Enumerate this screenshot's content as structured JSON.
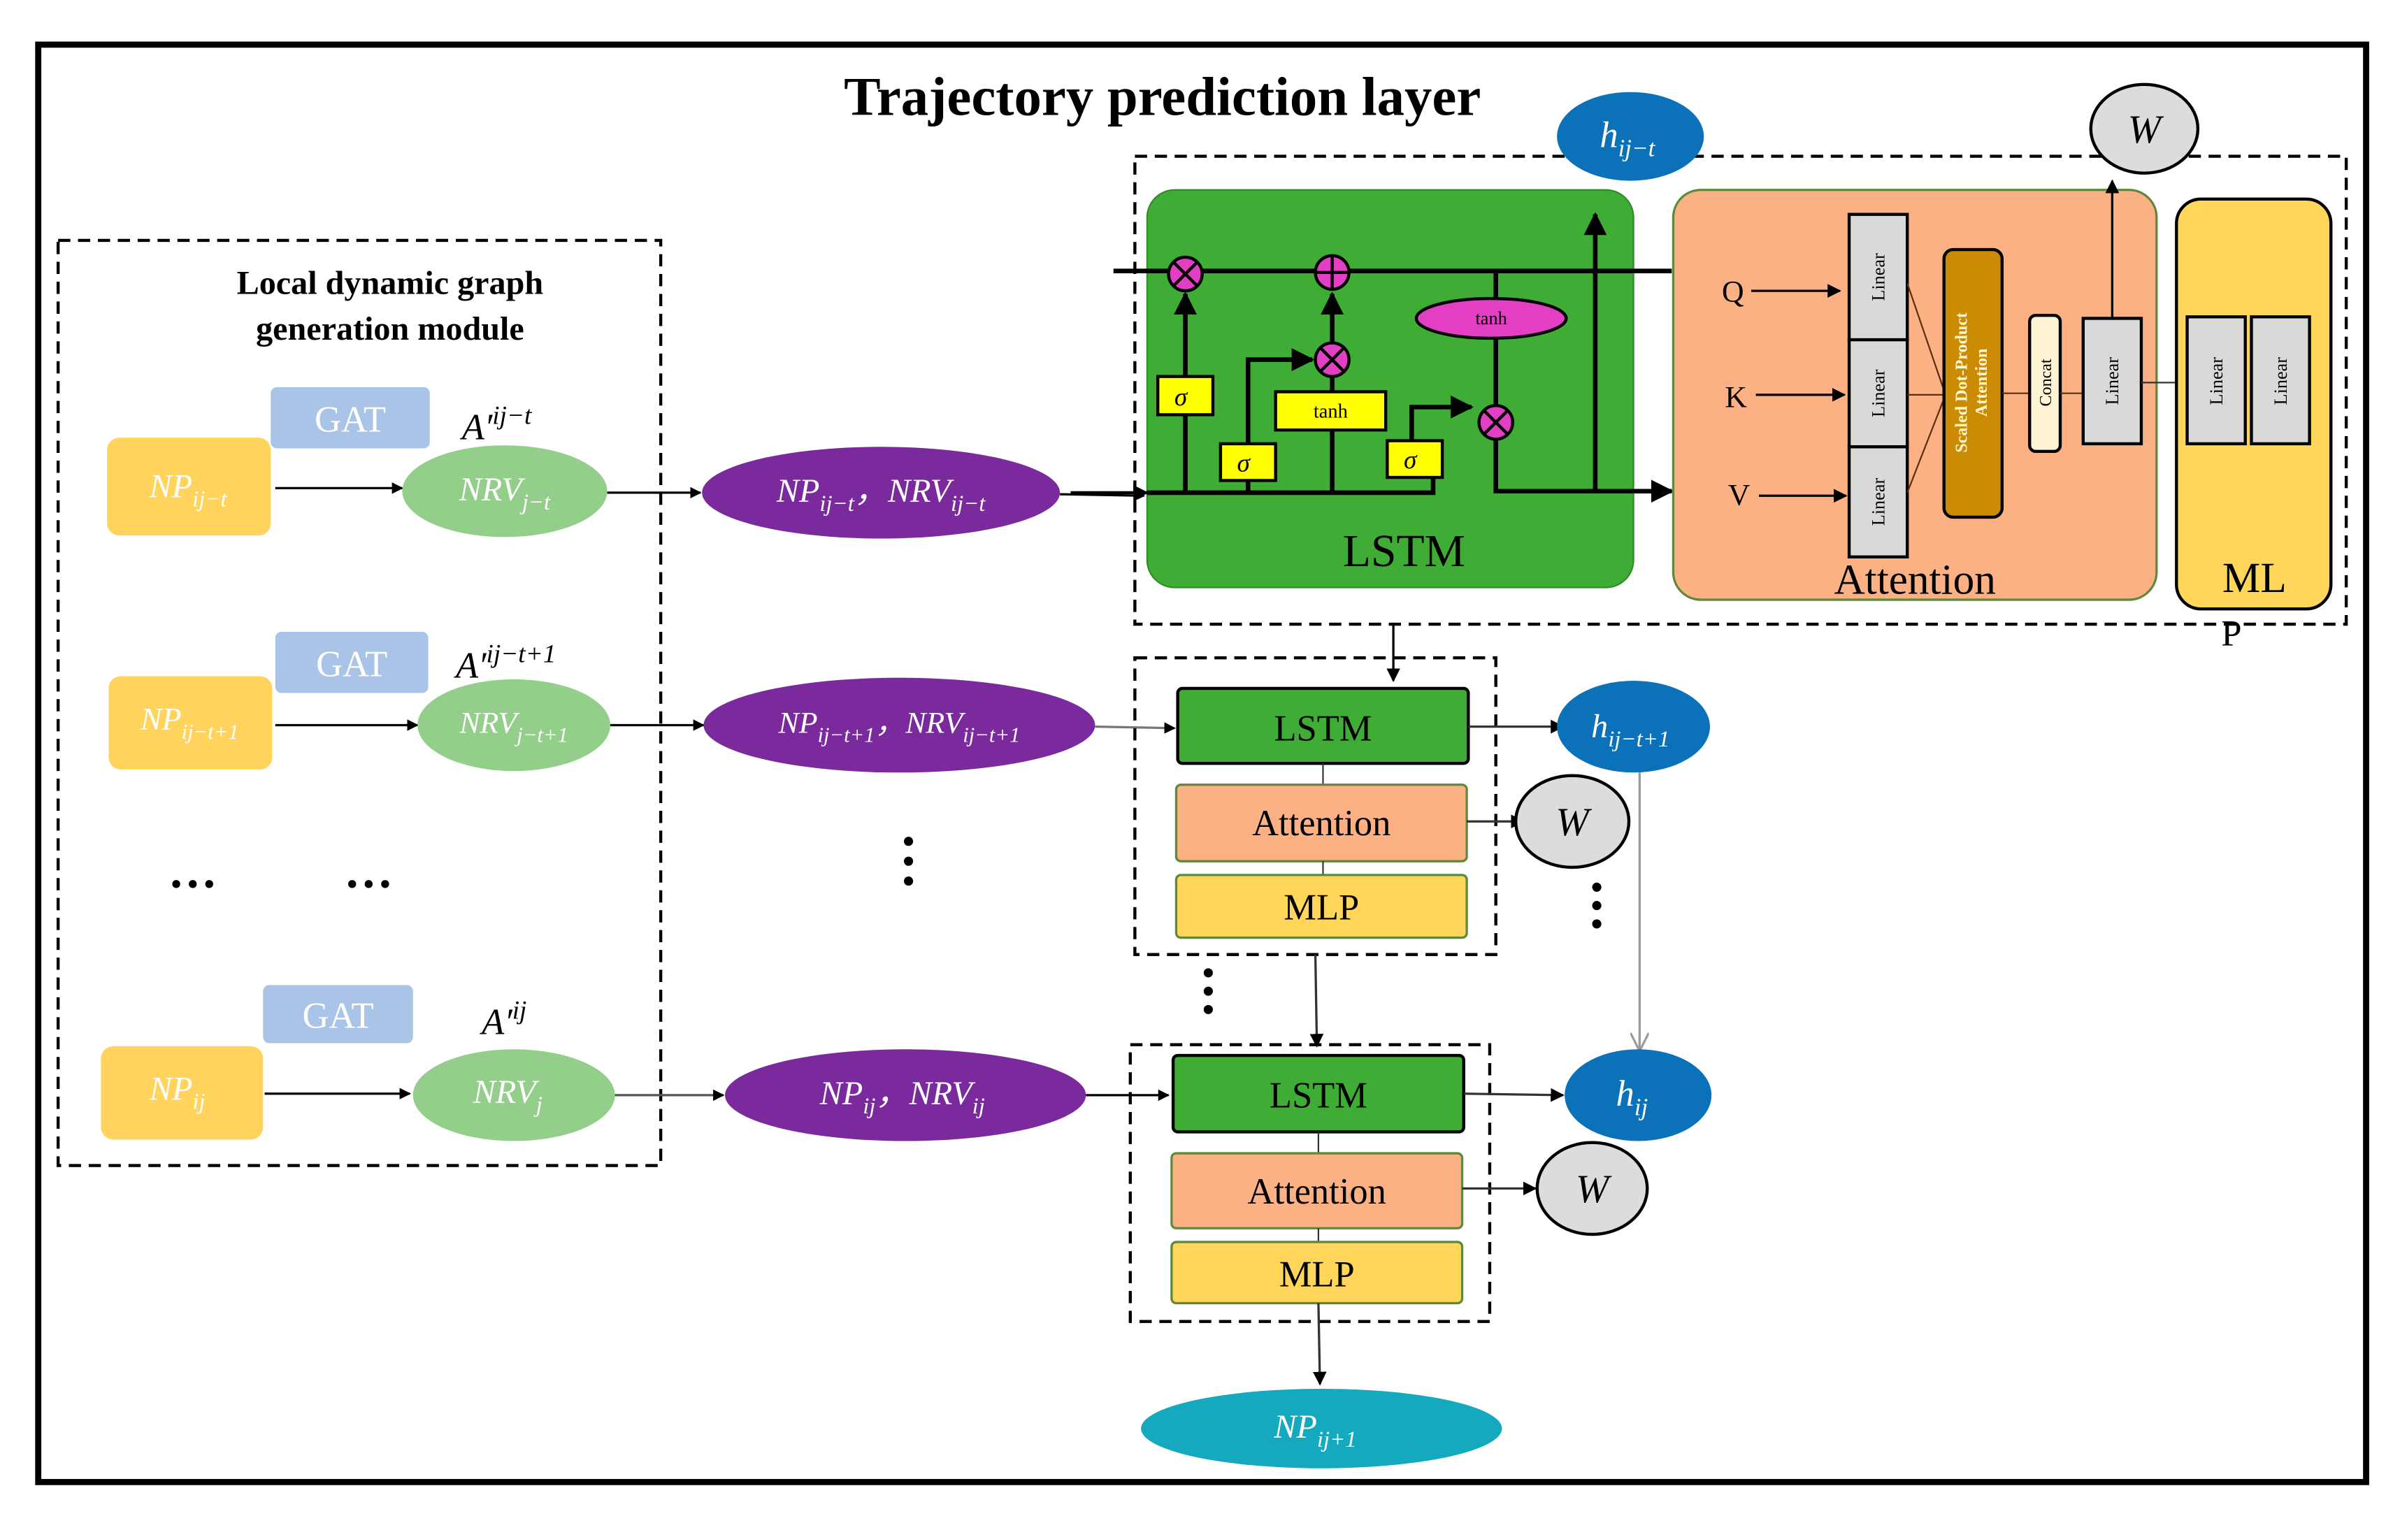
{
  "title": "Trajectory prediction layer",
  "module": {
    "title_line1": "Local dynamic graph",
    "title_line2": "generation module",
    "gat_label": "GAT",
    "rows": [
      {
        "np": "NP",
        "np_sub": "ij−t",
        "nrv": "NRV",
        "nrv_sub": "j−t",
        "adj": "A′",
        "adj_sup": "ij−t",
        "pair": "NP",
        "pair_sub1": "ij−t",
        "pair2": "NRV",
        "pair_sub2": "ij−t"
      },
      {
        "np": "NP",
        "np_sub": "ij−t+1",
        "nrv": "NRV",
        "nrv_sub": "j−t+1",
        "adj": "A′",
        "adj_sup": "ij−t+1",
        "pair": "NP",
        "pair_sub1": "ij−t+1",
        "pair2": "NRV",
        "pair_sub2": "ij−t+1"
      },
      {
        "np": "NP",
        "np_sub": "ij",
        "nrv": "NRV",
        "nrv_sub": "j",
        "adj": "A′",
        "adj_sup": "ij",
        "pair": "NP",
        "pair_sub1": "ij",
        "pair2": "NRV",
        "pair_sub2": "ij"
      }
    ],
    "ellipsis": "…",
    "separator": "，"
  },
  "lstm_detail": {
    "label": "LSTM",
    "sigma": "σ",
    "tanh": "tanh",
    "multiply": "⊗",
    "add": "⊕"
  },
  "attention_detail": {
    "label": "Attention",
    "q": "Q",
    "k": "K",
    "v": "V",
    "linear": "Linear",
    "sdpa_line1": "Scaled Dot-Product",
    "sdpa_line2": "Attention",
    "concat": "Concat"
  },
  "mlp_detail": {
    "label_line1": "ML",
    "label_line2": "P",
    "linear": "Linear"
  },
  "blocks": {
    "lstm": "LSTM",
    "attention": "Attention",
    "mlp": "MLP"
  },
  "hidden": [
    {
      "h": "h",
      "sub": "ij−t"
    },
    {
      "h": "h",
      "sub": "ij−t+1"
    },
    {
      "h": "h",
      "sub": "ij"
    }
  ],
  "weight": "W",
  "output": {
    "np": "NP",
    "sub": "ij+1"
  },
  "colors": {
    "np_yellow": "#ffd35c",
    "gat_blue": "#a9c4e6",
    "nrv_green": "#93cf8a",
    "pair_purple": "#7b2a9e",
    "lstm_green": "#3fac35",
    "attention_orange": "#fbb184",
    "mlp_yellow": "#ffd659",
    "hidden_blue": "#0b72b9",
    "weight_grey": "#dcdcdc",
    "gate_yellow": "#ffff00",
    "op_magenta": "#e33fc4",
    "sdpa_brown": "#cc8b04",
    "concat_cream": "#fff3d6",
    "linear_grey": "#d9d9d9",
    "output_teal": "#14a9bf"
  }
}
